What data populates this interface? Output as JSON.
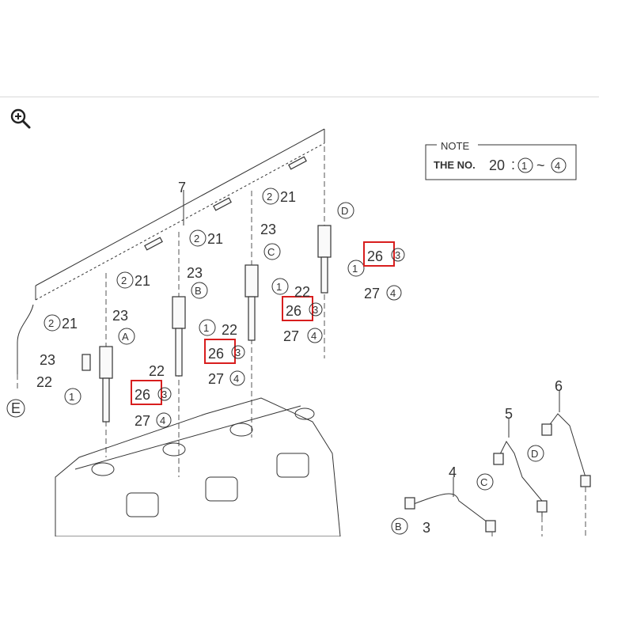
{
  "zoom": {
    "icon": "zoom-in-icon"
  },
  "note": {
    "title": "NOTE",
    "line_prefix": "THE NO.",
    "line_number": "20",
    "range_start": "1",
    "range_sep": "~",
    "range_end": "4"
  },
  "labels": {
    "p1": "1",
    "p2": "2",
    "p3": "3",
    "p4": "4",
    "p5": "5",
    "p6": "6",
    "p7": "7",
    "p21": "21",
    "p22": "22",
    "p23": "23",
    "p26": "26",
    "p27": "27",
    "circ3": "3",
    "circ4": "4",
    "A": "A",
    "B": "B",
    "C": "C",
    "D": "D",
    "E": "E"
  },
  "highlight_color": "#d81e1e"
}
